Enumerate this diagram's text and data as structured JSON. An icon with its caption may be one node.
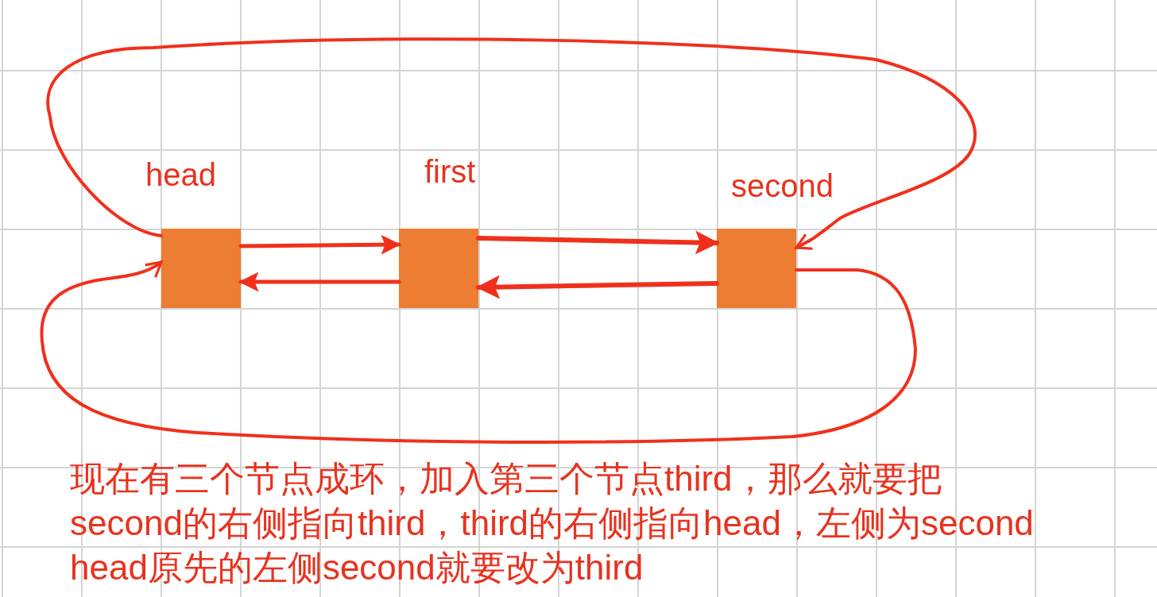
{
  "diagram": {
    "nodes": [
      {
        "text": [
          "head"
        ]
      },
      {
        "text": [
          "first"
        ]
      },
      {
        "text": [
          "second"
        ]
      }
    ],
    "edges": [
      {
        "from": 0,
        "to": 1,
        "arrow": "to"
      },
      {
        "from": 1,
        "to": 0,
        "arrow": "to"
      },
      {
        "from": 1,
        "to": 2,
        "arrow": "to"
      },
      {
        "from": 2,
        "to": 1,
        "arrow": "to"
      },
      {
        "from": 0,
        "to": 2,
        "arrow": "to"
      },
      {
        "from": 2,
        "to": 0,
        "arrow": "to"
      }
    ],
    "labels": [
      "现在有三个节点成环，加入第三个节点third，那么就要把",
      "second的右侧指向third，third的右侧指向head，左侧为second",
      "head原先的左侧second就要改为third"
    ]
  }
}
